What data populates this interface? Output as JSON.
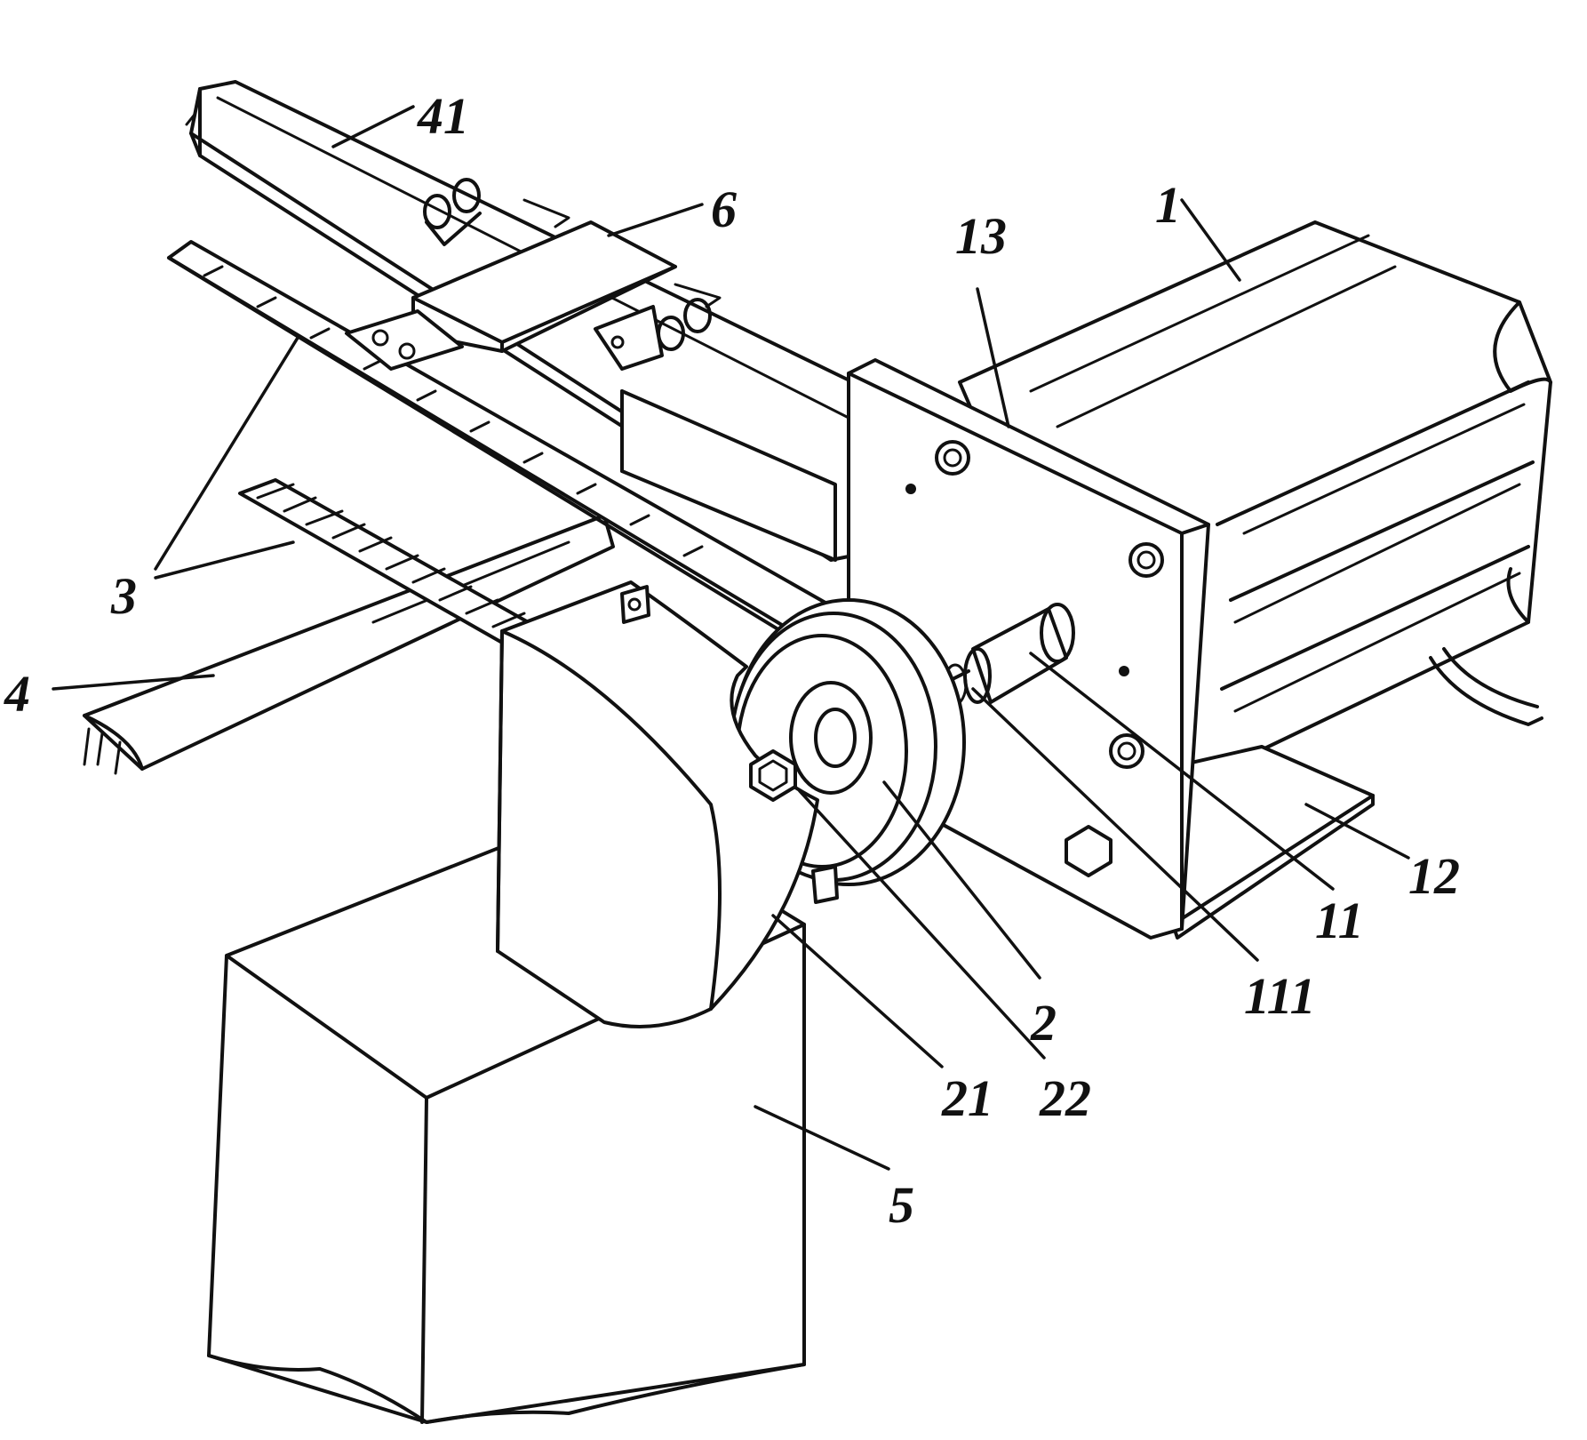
{
  "figure": {
    "labels": {
      "l41": "41",
      "l6": "6",
      "l13": "13",
      "l1": "1",
      "l3": "3",
      "l4": "4",
      "l12": "12",
      "l11": "11",
      "l111": "111",
      "l2": "2",
      "l21": "21",
      "l22": "22",
      "l5": "5"
    }
  }
}
